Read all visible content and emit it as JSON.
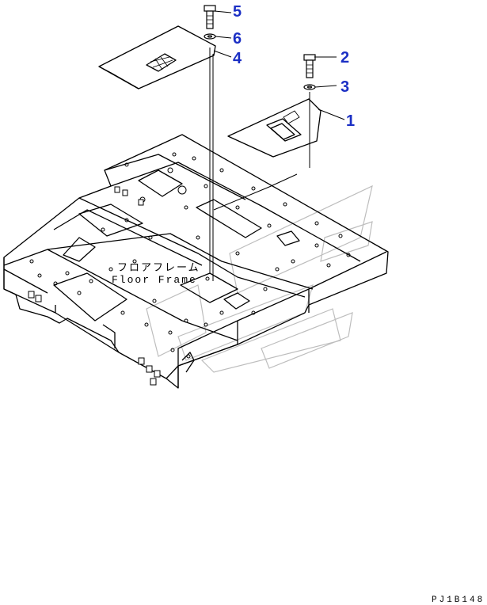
{
  "diagram": {
    "part_label_jp": "フロアフレーム",
    "part_label_en": "Floor Frame",
    "figure_code": "PJ1B148",
    "callouts": [
      {
        "number": "1",
        "part": "cover"
      },
      {
        "number": "2",
        "part": "bolt"
      },
      {
        "number": "3",
        "part": "washer"
      },
      {
        "number": "4",
        "part": "cover"
      },
      {
        "number": "5",
        "part": "bolt"
      },
      {
        "number": "6",
        "part": "washer"
      }
    ],
    "colors": {
      "callout": "#1b2fc4",
      "line": "#000000",
      "watermark": "#bfbfbf"
    }
  }
}
